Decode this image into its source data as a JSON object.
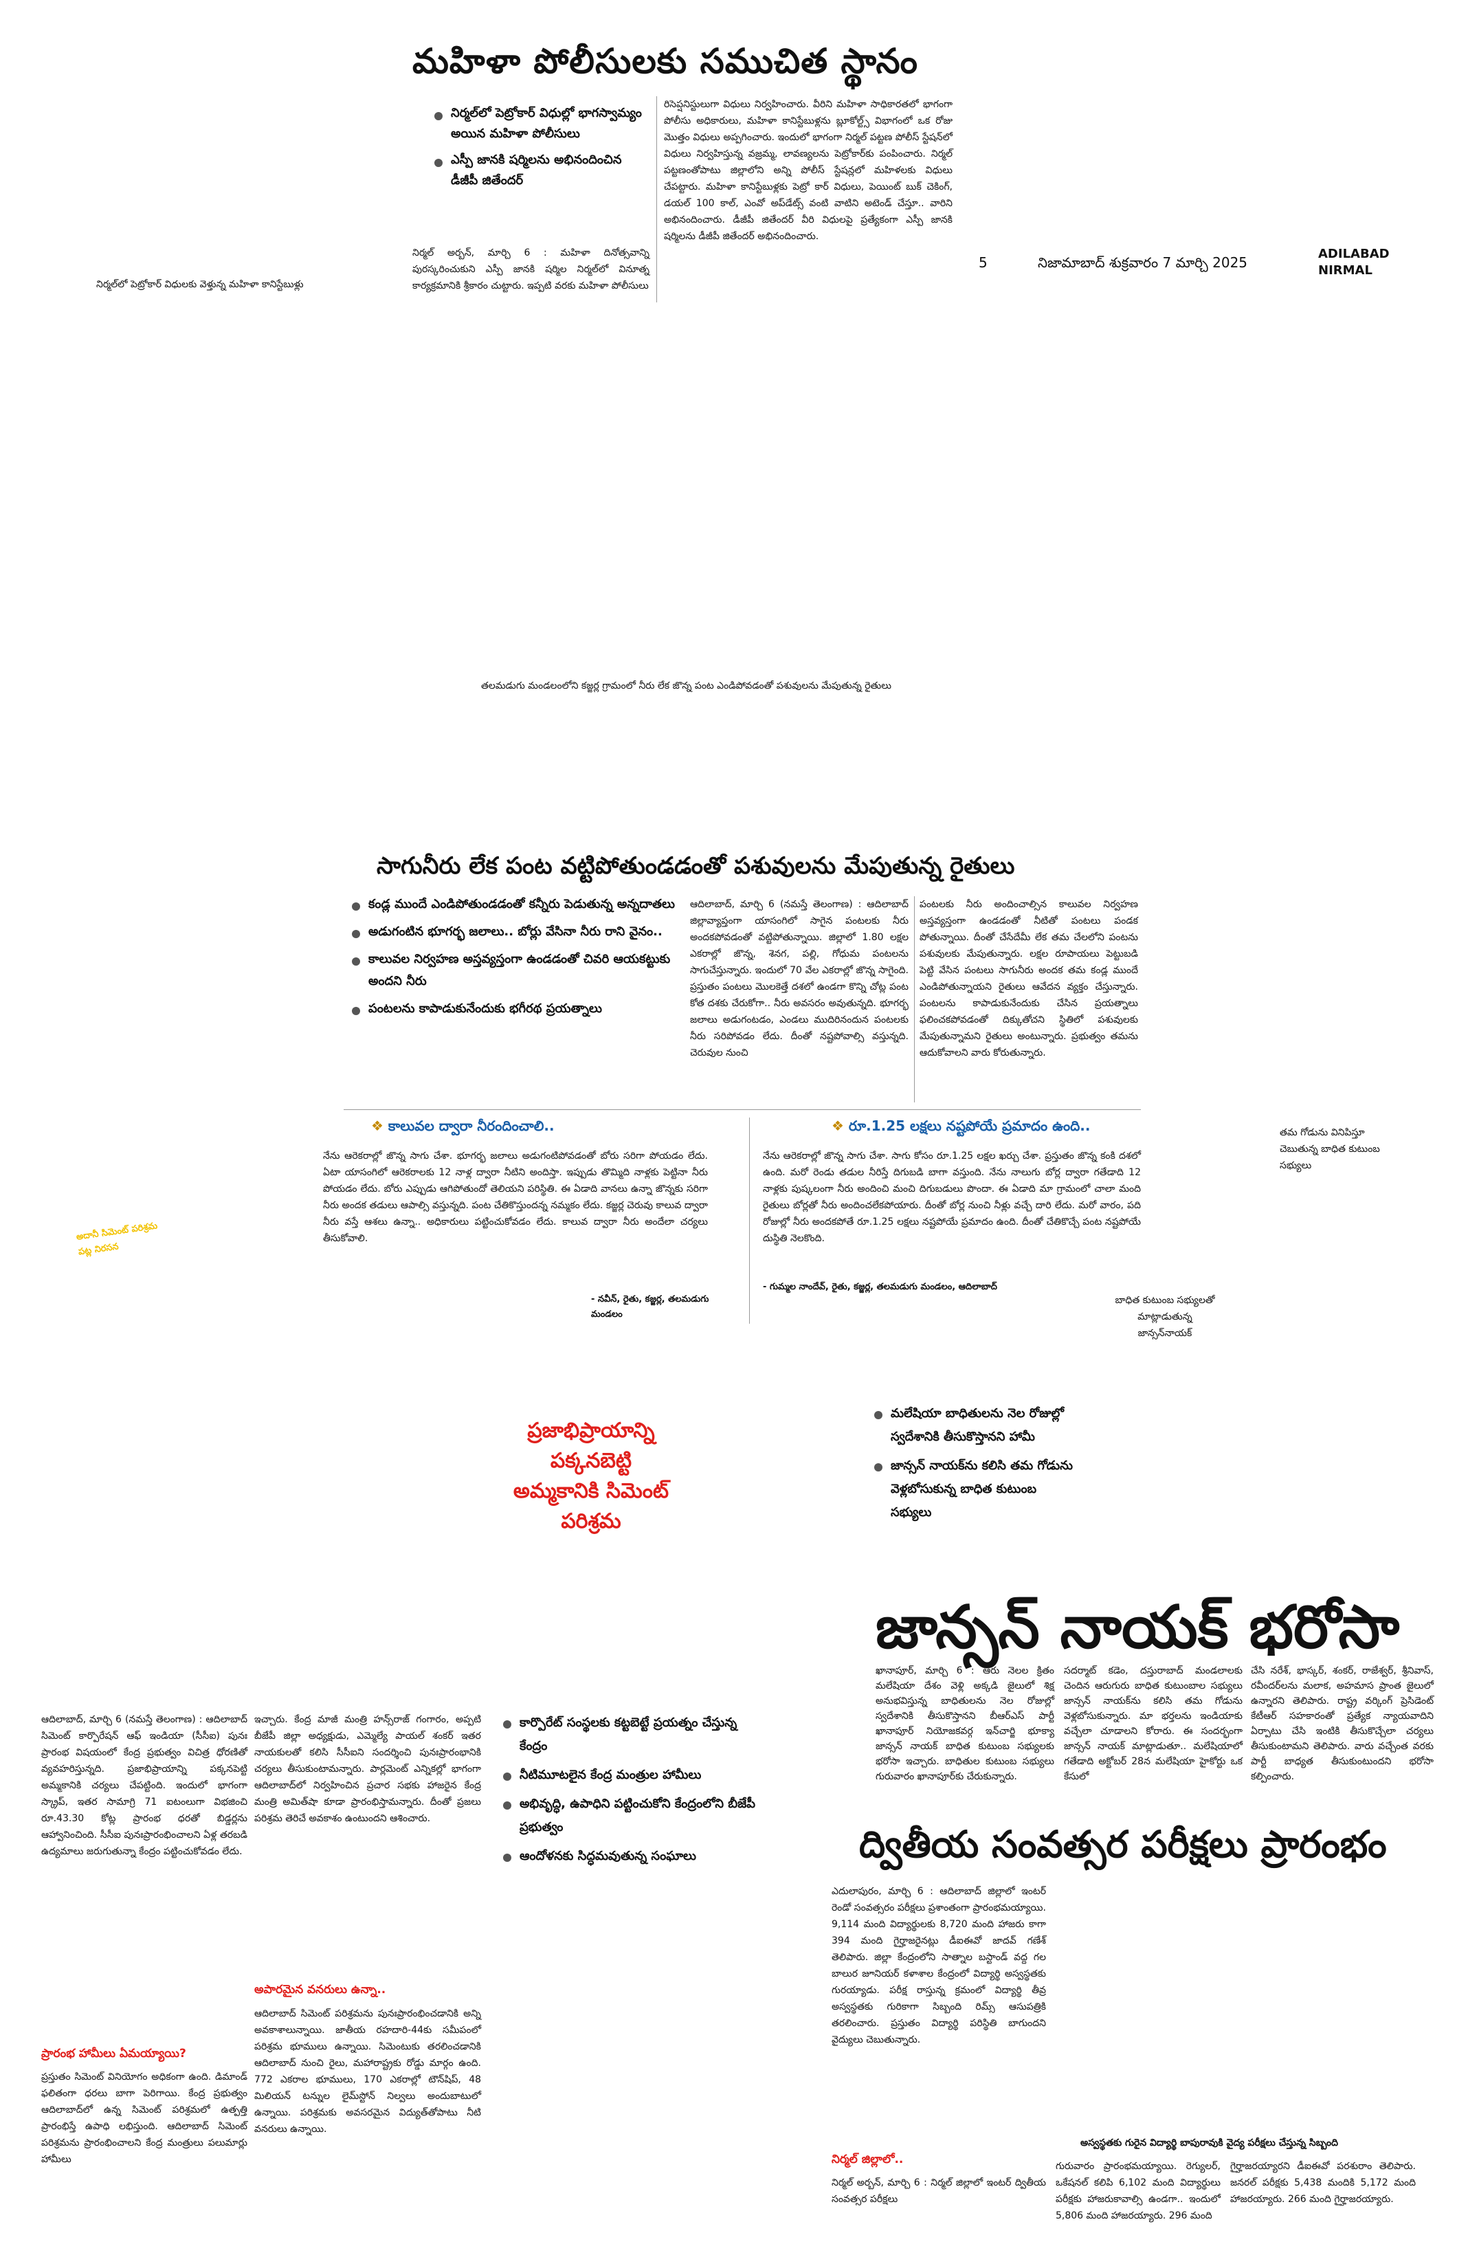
{
  "masthead": {
    "page_number": "5",
    "place_date": "నిజామాబాద్ శుక్రవారం 7 మార్చి 2025",
    "edition_line1": "ADILABAD",
    "edition_line2": "NIRMAL"
  },
  "story1": {
    "headline": "మహిళా పోలీసులకు సముచిత స్థానం",
    "bullets": [
      "నిర్మల్‌లో పెట్రోకార్ విధుల్లో భాగస్వామ్యం అయిన మహిళా పోలీసులు",
      "ఎస్పీ జానకి షర్మిలను అభినందించిన డీజీపీ జితేందర్"
    ],
    "col1": "నిర్మల్ అర్బన్, మార్చి 6 : మహిళా దినోత్సవాన్ని పురస్కరించుకుని ఎస్పీ జానకి షర్మిల నిర్మల్‌లో వినూత్న కార్యక్రమానికి శ్రీకారం చుట్టారు. ఇప్పటి వరకు మహిళా పోలీసులు",
    "col2": "రిసెప్షనిస్టులుగా విధులు నిర్వహించారు. వీరిని మహిళా సాధికారతలో భాగంగా పోలీసు అధికారులు, మహిళా కానిస్టేబుళ్లను బ్లూకోల్ట్స్ విభాగంలో ఒక రోజు మొత్తం విధులు అప్పగించారు. ఇందులో భాగంగా నిర్మల్ పట్టణ పోలీస్ స్టేషన్‌లో విధులు నిర్వహిస్తున్న వజ్రమ్మ, లావణ్యలను పెట్రోకార్‌కు పంపించారు. నిర్మల్ పట్టణంతోపాటు జిల్లాలోని అన్ని పోలీస్ స్టేషన్లలో మహిళలకు విధులు చేపట్టారు. మహిళా కానిస్టేబుళ్లకు పెట్రో కార్ విధులు, పెయింట్ బుక్ చెకింగ్, డయల్ 100 కాల్, ఎంవో అప్‌డేట్స్ వంటి వాటిని అటెండ్ చేస్తూ.. వారిని అభినందించారు. డీజీపీ జితేందర్ వీరి విధులపై ప్రత్యేకంగా ఎస్పీ జానకి షర్మిలను డీజీపీ జితేందర్ అభినందించారు.",
    "photo_caption": "నిర్మల్‌లో పెట్రోకార్ విధులకు వెళ్తున్న మహిళా కానిస్టేబుళ్లు"
  },
  "story2": {
    "photo_caption": "తలమడుగు మండలంలోని కజ్జర్ల గ్రామంలో నీరు లేక జొన్న పంట ఎండిపోవడంతో పశువులను మేపుతున్న రైతులు",
    "headline": "సాగునీరు లేక పంట వట్టిపోతుండడంతో పశువులను మేపుతున్న రైతులు",
    "bullets": [
      "కండ్ల ముందే ఎండిపోతుండడంతో కన్నీరు పెడుతున్న అన్నదాతలు",
      "అడుగంటిన భూగర్భ జలాలు.. బోర్లు వేసినా నీరు రాని వైనం..",
      "కాలువల నిర్వహణ అస్తవ్యస్తంగా ఉండడంతో చివరి ఆయకట్టుకు అందని నీరు",
      "పంటలను కాపాడుకునేందుకు భగీరథ ప్రయత్నాలు"
    ],
    "col1": "ఆదిలాబాద్, మార్చి 6 (నమస్తే తెలంగాణ) : ఆదిలాబాద్ జిల్లావ్యాప్తంగా యాసంగిలో సాగైన పంటలకు నీరు అందకపోవడంతో వట్టిపోతున్నాయి. జిల్లాలో 1.80 లక్షల ఎకరాల్లో జొన్న, శెనగ, పల్లి, గోధుమ పంటలను సాగుచేస్తున్నారు. ఇందులో 70 వేల ఎకరాల్లో జొన్న సాగైంది. ప్రస్తుతం పంటలు మొలకెత్తే దశలో ఉండగా కొన్ని చోట్ల పంట కోత దశకు చేరుకోగా.. నీరు అవసరం అవుతున్నది. భూగర్భ జలాలు అడుగంటడం, ఎండలు ముదిరినందున పంటలకు నీరు సరిపోవడం లేదు. దీంతో నష్టపోవాల్సి వస్తున్నది. చెరువుల నుంచి",
    "col2": "పంటలకు నీరు అందించాల్సిన కాలువల నిర్వహణ అస్తవ్యస్తంగా ఉండడంతో నీటితో పంటలు పండక పోతున్నాయి. దీంతో చేసేదేమీ లేక తమ చేలలోని పంటను పశువులకు మేపుతున్నారు. లక్షల రూపాయలు పెట్టుబడి పెట్టి వేసిన పంటలు సాగునీరు అందక తమ కండ్ల ముందే ఎండిపోతున్నాయని రైతులు ఆవేదన వ్యక్తం చేస్తున్నారు. పంటలను కాపాడుకునేందుకు చేసిన ప్రయత్నాలు ఫలించకపోవడంతో దిక్కుతోచని స్థితిలో పశువులకు మేపుతున్నామని రైతులు అంటున్నారు. ప్రభుత్వం తమను ఆదుకోవాలని వారు కోరుతున్నారు.",
    "sub1_title": "కాలువల ద్వారా నీరందించాలి..",
    "sub1_text": "నేను ఆరెకరాల్లో జొన్న సాగు చేశా. భూగర్భ జలాలు అడుగంటిపోవడంతో బోరు సరిగా పోయడం లేదు. ఏటా యాసంగిలో ఆరెకరాలకు 12 నాళ్ల ద్వారా నీటిని అందిస్తా. ఇప్పుడు తొమ్మిది నాళ్లకు పెట్టినా నీరు పోయడం లేదు. బోరు ఎప్పుడు ఆగిపోతుందో తెలియని పరిస్థితి. ఈ ఏడాది వానలు ఉన్నా జొన్నకు సరిగా నీరు అందక తడులు ఆపాల్సి వస్తున్నది. పంట చేతికొస్తుందన్న నమ్మకం లేదు. కజ్జర్ల చెరువు కాలువ ద్వారా నీరు వస్తే ఆశలు ఉన్నా.. అధికారులు పట్టించుకోవడం లేదు. కాలువ ద్వారా నీరు అందేలా చర్యలు తీసుకోవాలి.",
    "sub1_author": "- నవీన్, రైతు, కజ్జర్ల, తలమడుగు మండలం",
    "sub2_title": "రూ.1.25 లక్షలు నష్టపోయే ప్రమాదం ఉంది..",
    "sub2_text": "నేను ఆరెకరాల్లో జొన్న సాగు చేశా. సాగు కోసం రూ.1.25 లక్షల ఖర్చు చేశా. ప్రస్తుతం జొన్న కంకి దశలో ఉంది. మరో రెండు తడుల నీరిస్తే దిగుబడి బాగా వస్తుంది. నేను నాలుగు బోర్ల ద్వారా గతేడాది 12 నాళ్లకు పుష్కలంగా నీరు అందించి మంచి దిగుబడులు పొందా. ఈ ఏడాది మా గ్రామంలో చాలా మంది రైతులు బోర్లతో నీరు అందించలేకపోయారు. దీంతో బోర్ల నుంచి నీళ్లు వచ్చే దారి లేదు. మరో వారం, పది రోజుల్లో నీరు అందకపోతే రూ.1.25 లక్షలు నష్టపోయే ప్రమాదం ఉంది. దీంతో చేతికొచ్చే పంట నష్టపోయే దుస్థితి నెలకొంది.",
    "sub2_author": "- గుమ్మల నాందేవ్, రైతు, కజ్జర్ల, తలమడుగు మండలం, ఆదిలాబాద్",
    "side_caption": "తమ గోడును వినిపిస్తూ చెబుతున్న బాధిత కుటుంబ సభ్యులు"
  },
  "story3": {
    "yellow_caption": "అదానీ సిమెంట్ పరిశ్రమ పట్ల నిరసన",
    "red_quote": "ప్రజాభిప్రాయాన్ని పక్కనబెట్టి అమ్మకానికి సిమెంట్ పరిశ్రమ",
    "bullets": [
      "మలేషియా బాధితులను నెల రోజుల్లో స్వదేశానికి తీసుకొస్తానని హామీ",
      "జాన్సన్ నాయక్‌ను కలిసి తమ గోడును వెళ్లబోసుకున్న బాధిత కుటుంబ సభ్యులు"
    ],
    "photo_caption": "బాధిత కుటుంబ సభ్యులతో మాట్లాడుతున్న జాన్సన్‌నాయక్",
    "headline": "జాన్సన్ నాయక్ భరోసా",
    "col1": "ఖానాపూర్, మార్చి 6 : ఆరు నెలల క్రితం మలేషియా దేశం వెళ్లి అక్కడి జైలులో శిక్ష అనుభవిస్తున్న బాధితులను నెల రోజుల్లో స్వదేశానికి తీసుకొస్తానని బీఆర్ఎస్ పార్టీ ఖానాపూర్ నియోజకవర్గ ఇన్‌చార్జి భూక్యా జాన్సన్ నాయక్ బాధిత కుటుంబ సభ్యులకు భరోసా ఇచ్చారు. బాధితుల కుటుంబ సభ్యులు గురువారం ఖానాపూర్‌కు చేరుకున్నారు.",
    "col2": "సదర్మాట్ కడెం, దస్తురాబాద్ మండలాలకు చెందిన ఆరుగురు బాధిత కుటుంబాల సభ్యులు జాన్సన్ నాయక్‌ను కలిసి తమ గోడును వెళ్లబోసుకున్నారు. మా భర్తలను ఇండియాకు వచ్చేలా చూడాలని కోరారు. ఈ సందర్భంగా జాన్సన్ నాయక్ మాట్లాడుతూ.. మలేషియాలో గతేడాది అక్టోబర్ 28న మలేషియా హైకోర్టు ఒక కేసులో",
    "col3": "చేసి నరేశ్, భాస్కర్, శంకర్, రాజేశ్వర్, శ్రీనివాస్, రవీందర్‌లను మలాక, అహమాస ప్రాంత జైలులో ఉన్నారని తెలిపారు. రాష్ట్ర వర్కింగ్ ప్రెసిడెంట్ కేటీఆర్ సహకారంతో ప్రత్యేక న్యాయవాదిని ఏర్పాటు చేసి ఇంటికి తీసుకొచ్చేలా చర్యలు తీసుకుంటామని తెలిపారు. వారు వచ్చేంత వరకు పార్టీ బాధ్యత తీసుకుంటుందని భరోసా కల్పించారు."
  },
  "story4": {
    "col1": "ఆదిలాబాద్, మార్చి 6 (నమస్తే తెలంగాణ) : ఆదిలాబాద్ సిమెంట్ కార్పొరేషన్ ఆఫ్ ఇండియా (సీసీఐ) పునః ప్రారంభ విషయంలో కేంద్ర ప్రభుత్వం విచిత్ర ధోరణితో వ్యవహరిస్తున్నది. ప్రజాభిప్రాయాన్ని పక్కనపెట్టి అమ్మకానికి చర్యలు చేపట్టింది. ఇందులో భాగంగా స్క్రాప్, ఇతర సామాగ్రి 71 ఐటంలుగా విభజించి రూ.43.30 కోట్ల ప్రారంభ ధరతో బిడ్డర్లను ఆహ్వానించింది. సీసీఐ పునఃప్రారంభించాలని ఏళ్ల తరబడి ఉద్యమాలు జరుగుతున్నా కేంద్రం పట్టించుకోవడం లేదు.",
    "sub_title1": "ప్రారంభ హామీలు ఏమయ్యాయి?",
    "col1b": "ప్రస్తుతం సిమెంట్ వినియోగం అధికంగా ఉంది. డిమాండ్ ఫలితంగా ధరలు బాగా పెరిగాయి. కేంద్ర ప్రభుత్వం ఆదిలాబాద్‌లో ఉన్న సిమెంట్ పరిశ్రమలో ఉత్పత్తి ప్రారంభిస్తే ఉపాధి లభిస్తుంది. ఆదిలాబాద్ సిమెంట్ పరిశ్రమను ప్రారంభించాలని కేంద్ర మంత్రులు పలుమార్లు హామీలు",
    "col2": "ఇచ్చారు. కేంద్ర మాజీ మంత్రి హన్స్‌రాజ్ గంగారం, అప్పటి బీజేపీ జిల్లా అధ్యక్షుడు, ఎమ్మెల్యే పాయల్ శంకర్ ఇతర నాయకులతో కలిసి సీసీఐని సందర్శించి పునఃప్రారంభానికి చర్యలు తీసుకుంటామన్నారు. పార్లమెంట్ ఎన్నికల్లో భాగంగా ఆదిలాబాద్‌లో నిర్వహించిన ప్రచార సభకు హాజరైన కేంద్ర మంత్రి అమిత్‌షా కూడా ప్రారంభిస్తామన్నారు. దీంతో ప్రజలు పరిశ్రమ తెరిచే అవకాశం ఉంటుందని ఆశించారు.",
    "sub_title2": "అపారమైన వనరులు ఉన్నా..",
    "col2b": "ఆదిలాబాద్ సిమెంట్ పరిశ్రమను పునఃప్రారంభించడానికి అన్ని అవకాశాలున్నాయి. జాతీయ రహదారి-44కు సమీపంలో పరిశ్రమ భూములు ఉన్నాయి. సిమెంటుకు తరలించడానికి ఆదిలాబాద్ నుంచి రైలు, మహారాష్ట్రకు రోడ్డు మార్గం ఉంది. 772 ఎకరాల భూములు, 170 ఎకరాల్లో టౌన్‌షిప్, 48 మిలియన్ టన్నుల లైమ్‌స్టోన్ నిల్వలు అందుబాటులో ఉన్నాయి. పరిశ్రమకు అవసరమైన విద్యుత్‌తోపాటు నీటి వనరులు ఉన్నాయి.",
    "bullets": [
      "కార్పొరేట్ సంస్థలకు కట్టబెట్టే ప్రయత్నం చేస్తున్న కేంద్రం",
      "నీటిమూటలైన కేంద్ర మంత్రుల హామీలు",
      "అభివృద్ధి, ఉపాధిని పట్టించుకోని కేంద్రంలోని బీజేపీ ప్రభుత్వం",
      "ఆందోళనకు సిద్ధమవుతున్న సంఘాలు"
    ]
  },
  "story5": {
    "headline": "ద్వితీయ సంవత్సర పరీక్షలు ప్రారంభం",
    "col1": "ఎదులాపురం, మార్చి 6 : ఆదిలాబాద్ జిల్లాలో ఇంటర్ రెండో సంవత్సరం పరీక్షలు ప్రశాంతంగా ప్రారంభమయ్యాయి. 9,114 మంది విద్యార్థులకు 8,720 మంది హాజరు కాగా 394 మంది గైర్హాజరైనట్లు డీఐఈవో జాదవ్ గణేశ్ తెలిపారు. జిల్లా కేంద్రంలోని సాత్నాల బస్టాండ్ వద్ద గల బాలుర జూనియర్ కళాశాల కేంద్రంలో విద్యార్థి అస్వస్థతకు గురయ్యాడు. పరీక్ష రాస్తున్న క్రమంలో విద్యార్థి తీవ్ర అస్వస్థతకు గురికాగా సిబ్బంది రిమ్స్ ఆసుపత్రికి తరలించారు. ప్రస్తుతం విద్యార్థి పరిస్థితి బాగుందని వైద్యులు చెబుతున్నారు.",
    "sub_title": "నిర్మల్ జిల్లాలో..",
    "col1b": "నిర్మల్ అర్బన్, మార్చి 6 : నిర్మల్ జిల్లాలో ఇంటర్ ద్వితీయ సంవత్సర పరీక్షలు",
    "photo_caption": "అస్వస్థతకు గురైన విద్యార్థి బాపురావుకి వైద్య పరీక్షలు చేస్తున్న సిబ్బంది",
    "col2": "గురువారం ప్రారంభమయ్యాయి. రెగ్యులర్, ఒకేషనల్ కలిపి 6,102 మంది విద్యార్థులు పరీక్షకు హాజరుకావాల్సి ఉండగా.. ఇందులో 5,806 మంది హాజరయ్యారు. 296 మంది",
    "col3": "గైర్హాజరయ్యారని డీఐఈవో పరశురాం తెలిపారు. జనరల్ పరీక్షకు 5,438 మందికి 5,172 మంది హాజరయ్యారు. 266 మంది గైర్హాజరయ్యారు."
  }
}
